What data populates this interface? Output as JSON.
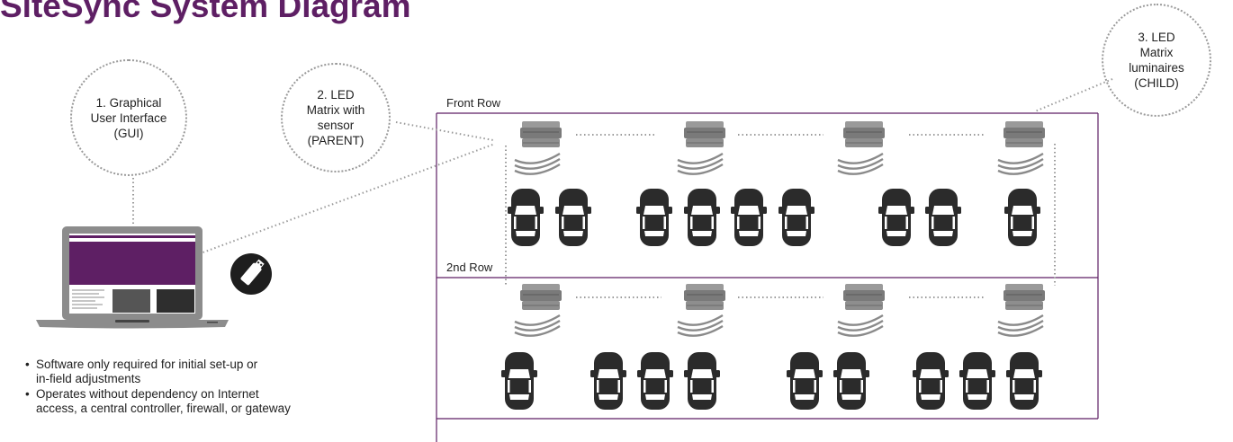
{
  "title": "SiteSync System Diagram",
  "bubbles": {
    "gui": "1. Graphical\nUser Interface\n(GUI)",
    "parent": "2. LED\nMatrix with\nsensor\n(PARENT)",
    "child": "3. LED\nMatrix\nluminaires\n(CHILD)"
  },
  "rows": {
    "front": "Front Row",
    "second": "2nd Row"
  },
  "bullets": [
    "Software only required for initial set-up or\nin-field adjustments",
    "Operates without dependency on Internet\naccess, a central controller, firewall, or gateway"
  ],
  "colors": {
    "brand": "#5e1f64",
    "laptop_body": "#8c8c8c",
    "fixture": "#8a8a8a",
    "car": "#2b2b2b",
    "dotted": "#9a9a9a"
  },
  "icons": {
    "usb": "usb-drive-icon",
    "laptop": "laptop-icon",
    "luminaire": "led-matrix-luminaire-icon",
    "car": "car-top-view-icon"
  }
}
